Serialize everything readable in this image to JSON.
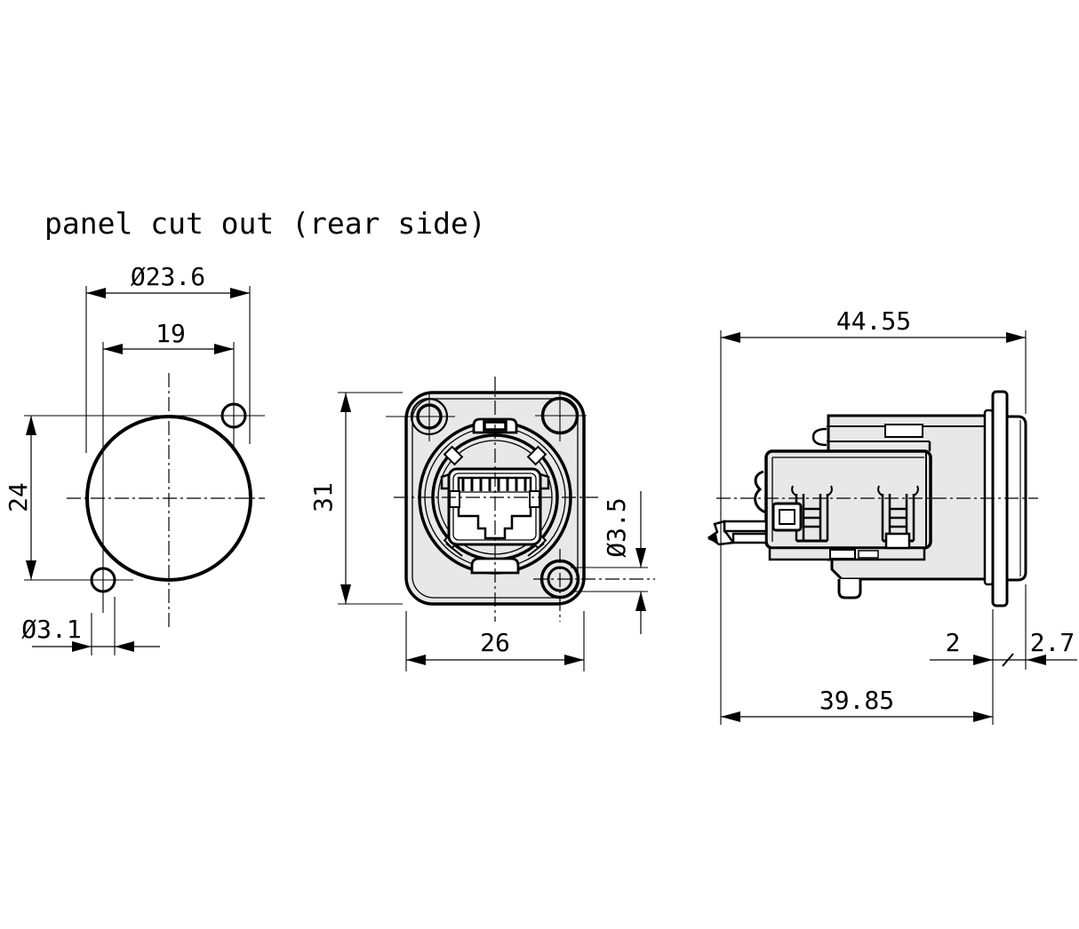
{
  "drawing": {
    "title": "panel cut out (rear side)",
    "colors": {
      "line": "#000000",
      "part_fill": "#e8e8e8",
      "background": "#ffffff"
    },
    "views": {
      "panel_cutout": {
        "label": "panel cut out (rear side)",
        "dims": {
          "cutout_diameter": "Ø23.6",
          "hole_pitch_horizontal": "19",
          "hole_pitch_vertical": "24",
          "mounting_hole_diameter": "Ø3.1"
        }
      },
      "front_view": {
        "dims": {
          "flange_height": "31",
          "flange_width": "26",
          "mounting_hole_diameter": "Ø3.5"
        }
      },
      "side_view": {
        "dims": {
          "total_depth": "44.55",
          "depth_behind_flange": "39.85",
          "flange_thickness": "2",
          "front_protrusion": "2.7"
        }
      }
    }
  }
}
